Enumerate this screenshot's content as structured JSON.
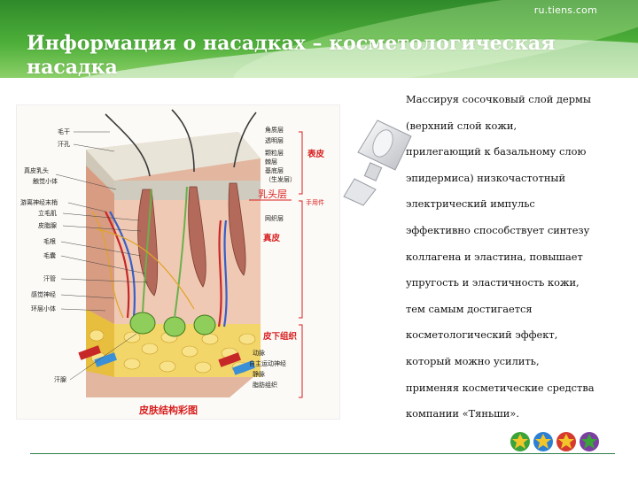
{
  "header": {
    "brand": "ru.tiens.com",
    "title": "Информация о насадках – косметологическая насадка"
  },
  "diagram": {
    "caption": "皮肤结构彩图",
    "left_labels": [
      "毛干",
      "汗孔",
      "真皮乳头",
      "触觉小体",
      "游离神经末梢",
      "立毛肌",
      "皮脂腺",
      "毛根",
      "毛囊",
      "汗管",
      "感觉神经",
      "环层小体",
      "汗腺"
    ],
    "right_labels": [
      "角质层",
      "透明层",
      "颗粒层",
      "棘层",
      "基底层",
      "（生发层）",
      "网织层",
      "动脉",
      "自主运动神经",
      "静脉",
      "脂肪组织"
    ],
    "layer_labels": [
      "表皮",
      "真皮",
      "皮下组织"
    ],
    "papillary_label": "乳头层",
    "device_label": "手用件"
  },
  "content": {
    "lines": [
      "Массируя сосочковый слой дермы",
      "(верхний слой кожи,",
      "прилегающий к базальному слою",
      "эпидермиса) низкочастотный",
      "электрический импульс",
      "эффективно способствует синтезу",
      "коллагена и эластина, повышает",
      "упругость и эластичность кожи,",
      "тем самым достигается",
      "косметологический эффект,",
      "который можно усилить,",
      "применяя косметические средства",
      "компании «Тяньши»."
    ]
  },
  "colors": {
    "accent": "#2f8a2a",
    "label_red": "#d81e1e",
    "divider": "#2f7f4a"
  }
}
